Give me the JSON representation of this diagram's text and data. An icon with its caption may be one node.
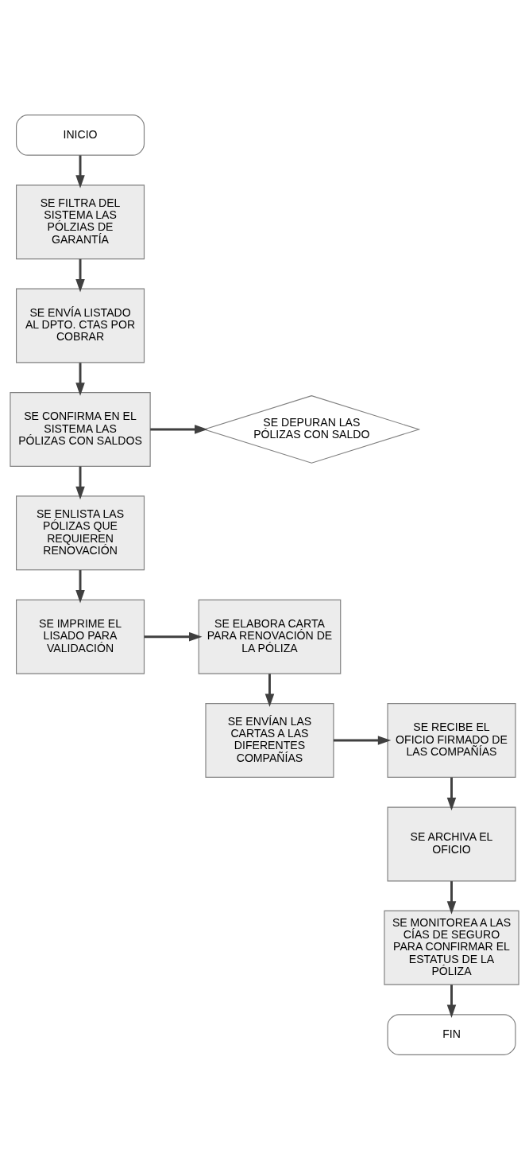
{
  "diagram": {
    "nodes": [
      {
        "text": [
          "INICIO"
        ]
      },
      {
        "text": [
          "SE FILTRA DEL SISTEMA LAS PÓLZIAS DE GARANTÍA"
        ]
      },
      {
        "text": [
          "SE ENVÍA LISTADO AL DPTO. CTAS POR COBRAR"
        ]
      },
      {
        "text": [
          "SE CONFIRMA EN EL SISTEMA LAS PÓLIZAS CON SALDOS"
        ]
      },
      {
        "text": [
          "SE DEPURAN LAS PÓLIZAS CON SALDO"
        ]
      },
      {
        "text": [
          "SE ENLISTA LAS PÓLIZAS QUE REQUIEREN RENOVACIÓN"
        ]
      },
      {
        "text": [
          "SE IMPRIME EL LISADO PARA VALIDACIÓN"
        ]
      },
      {
        "text": [
          "SE ELABORA CARTA PARA RENOVACIÓN DE LA PÓLIZA"
        ]
      },
      {
        "text": [
          "SE ENVÍAN LAS CARTAS A LAS DIFERENTES COMPAÑÍAS"
        ]
      },
      {
        "text": [
          "SE RECIBE EL OFICIO FIRMADO DE LAS COMPAÑÍAS"
        ]
      },
      {
        "text": [
          "SE ARCHIVA EL OFICIO"
        ]
      },
      {
        "text": [
          "SE MONITOREA A LAS CÍAS DE SEGURO PARA CONFIRMAR EL ESTATUS DE LA PÓLIZA"
        ]
      },
      {
        "text": [
          "FIN"
        ]
      }
    ],
    "edges": [
      {
        "from": 0,
        "to": 1,
        "arrow": "to"
      },
      {
        "from": 1,
        "to": 2,
        "arrow": "to"
      },
      {
        "from": 2,
        "to": 3,
        "arrow": "to"
      },
      {
        "from": 3,
        "to": 4,
        "arrow": "to"
      },
      {
        "from": 3,
        "to": 5,
        "arrow": "to"
      },
      {
        "from": 5,
        "to": 6,
        "arrow": "to"
      },
      {
        "from": 6,
        "to": 7,
        "arrow": "to"
      },
      {
        "from": 7,
        "to": 8,
        "arrow": "to"
      },
      {
        "from": 8,
        "to": 9,
        "arrow": "to"
      },
      {
        "from": 9,
        "to": 10,
        "arrow": "to"
      },
      {
        "from": 10,
        "to": 11,
        "arrow": "to"
      },
      {
        "from": 11,
        "to": 12,
        "arrow": "to"
      }
    ]
  }
}
